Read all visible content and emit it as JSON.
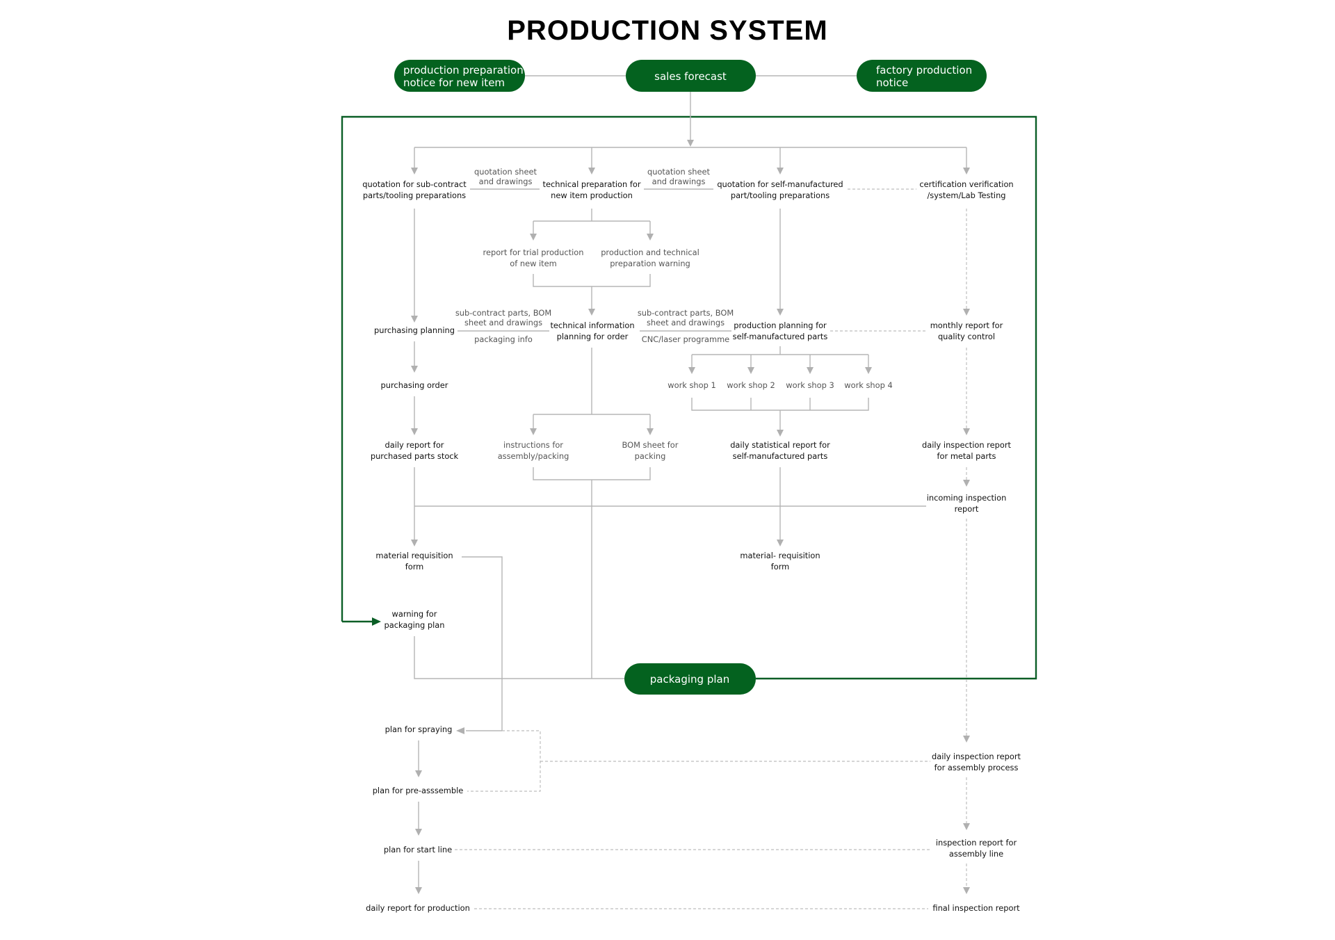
{
  "title": "PRODUCTION SYSTEM",
  "colors": {
    "accent": "#04621f",
    "line": "#b5b5b5",
    "text": "#111111",
    "note_text": "#555555"
  },
  "top_nodes": {
    "left": [
      "production preparation",
      "notice for new item"
    ],
    "center": "sales forecast",
    "right": [
      "factory production",
      "notice"
    ]
  },
  "row1": {
    "sub_contract_quotation": [
      "quotation for sub-contract",
      "parts/tooling preparations"
    ],
    "technical_preparation": [
      "technical preparation for",
      "new item production"
    ],
    "self_manufactured_quotation": [
      "quotation for self-manufactured",
      "part/tooling preparations"
    ],
    "certification": [
      "certification verification",
      "/system/Lab Testing"
    ],
    "note_left": [
      "quotation sheet",
      "and drawings"
    ],
    "note_right": [
      "quotation sheet",
      "and drawings"
    ]
  },
  "row2": {
    "trial_report": [
      "report for trial production",
      "of new item"
    ],
    "tech_warning": [
      "production and technical",
      "preparation warning"
    ]
  },
  "row3": {
    "purchasing_planning": "purchasing planning",
    "technical_info": [
      "technical information",
      "planning for order"
    ],
    "production_planning": [
      "production planning for",
      "self-manufactured parts"
    ],
    "monthly_report": [
      "monthly report for",
      "quality control"
    ],
    "note_left_top": [
      "sub-contract parts,  BOM",
      "sheet and drawings"
    ],
    "note_left_bottom": "packaging info",
    "note_right_top": [
      "sub-contract parts,  BOM",
      "sheet and drawings"
    ],
    "note_right_bottom": "CNC/laser programme"
  },
  "row4": {
    "purchasing_order": "purchasing order",
    "workshops": [
      "work shop 1",
      "work shop 2",
      "work shop 3",
      "work shop 4"
    ]
  },
  "row5": {
    "daily_purchased": [
      "daily report for",
      "purchased parts stock"
    ],
    "instructions": [
      "instructions for",
      "assembly/packing"
    ],
    "bom_packing": [
      "BOM sheet for",
      "packing"
    ],
    "daily_statistical": [
      "daily statistical report for",
      "self-manufactured parts"
    ],
    "daily_inspection_metal": [
      "daily inspection report",
      "for metal parts"
    ]
  },
  "row6": {
    "incoming_inspection": [
      "incoming inspection",
      "report"
    ]
  },
  "row7": {
    "material_requisition_left": [
      "material requisition",
      "form"
    ],
    "material_requisition_right": [
      "material- requisition",
      "form"
    ]
  },
  "row8": {
    "warning_packaging": [
      "warning for",
      "packaging plan"
    ],
    "packaging_plan": "packaging plan"
  },
  "bottom": {
    "plan_spraying": "plan for spraying",
    "plan_preassemble": "plan for pre-asssemble",
    "plan_start_line": "plan for start line",
    "daily_production": "daily report for production",
    "daily_inspection_assembly": [
      "daily inspection report",
      "for assembly process"
    ],
    "inspection_assembly_line": [
      "inspection report for",
      "assembly line"
    ],
    "final_inspection": "final inspection report"
  }
}
